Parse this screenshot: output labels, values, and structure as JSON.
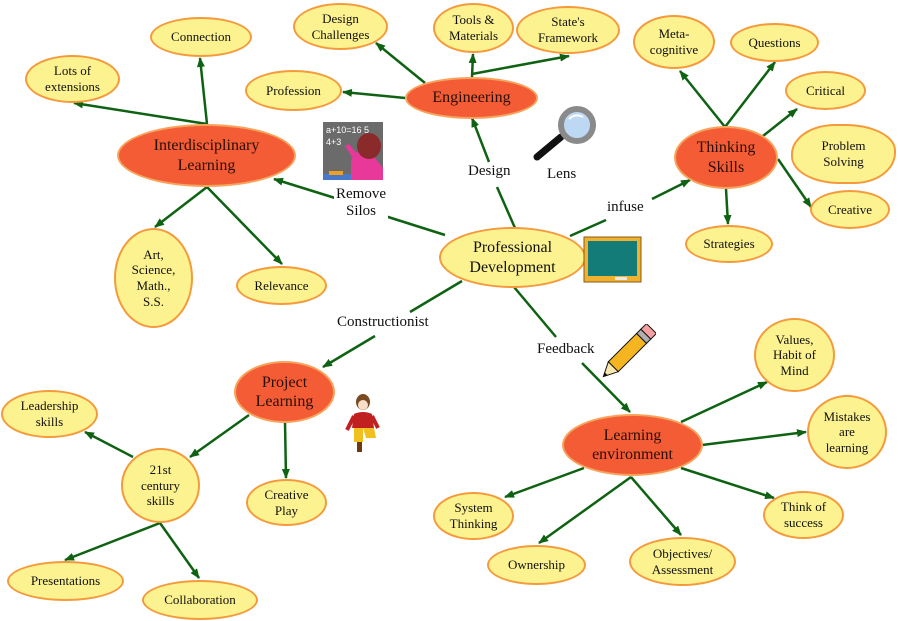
{
  "colors": {
    "leaf_fill": "#fcf28f",
    "leaf_border": "#f59a3c",
    "hub_fill": "#f45c35",
    "arrow": "#0e6212"
  },
  "center": {
    "label": "Professional\nDevelopment"
  },
  "hubs": {
    "interdisciplinary": "Interdisciplinary\nLearning",
    "engineering": "Engineering",
    "thinking": "Thinking\nSkills",
    "project": "Project\nLearning",
    "learning_env": "Learning\nenvironment"
  },
  "link_labels": {
    "remove_silos": "Remove\nSilos",
    "design": "Design",
    "lens": "Lens",
    "infuse": "infuse",
    "constructionist": "Constructionist",
    "feedback": "Feedback"
  },
  "leaves": {
    "connection": "Connection",
    "lots_of_extensions": "Lots of\nextensions",
    "art_science": "Art,\nScience,\nMath.,\nS.S.",
    "relevance": "Relevance",
    "design_challenges": "Design\nChallenges",
    "tools_materials": "Tools &\nMaterials",
    "states_framework": "State's\nFramework",
    "profession": "Profession",
    "metacognitive": "Meta-\ncognitive",
    "questions": "Questions",
    "critical": "Critical",
    "problem_solving": "Problem\nSolving",
    "creative": "Creative",
    "strategies": "Strategies",
    "leadership": "Leadership\nskills",
    "century_skills": "21st\ncentury\nskills",
    "creative_play": "Creative\nPlay",
    "presentations": "Presentations",
    "collaboration": "Collaboration",
    "values": "Values,\nHabit of\nMind",
    "mistakes": "Mistakes\nare\nlearning",
    "think_success": "Think of\nsuccess",
    "system_thinking": "System\nThinking",
    "ownership": "Ownership",
    "objectives": "Objectives/\nAssessment"
  },
  "clipart": {
    "teacher": "teacher-at-chalkboard",
    "magnifier": "magnifying-glass",
    "chalkboard": "chalkboard",
    "pencil": "pencil",
    "child": "running-child"
  }
}
